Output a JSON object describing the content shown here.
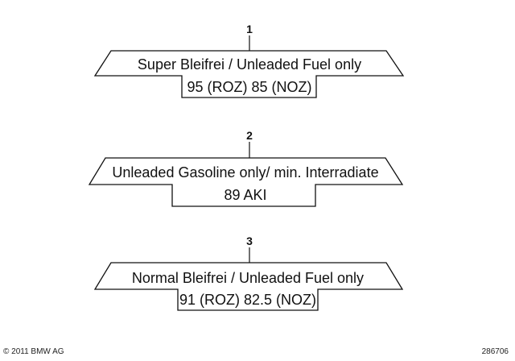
{
  "labels": [
    {
      "number": "1",
      "line1": "Super Bleifrei / Unleaded Fuel only",
      "line2": "95 (ROZ) 85 (NOZ)"
    },
    {
      "number": "2",
      "line1": "Unleaded Gasoline only/ min. Interradiate",
      "line2": "89 AKI"
    },
    {
      "number": "3",
      "line1": "Normal Bleifrei  /  Unleaded Fuel only",
      "line2": "91 (ROZ) 82.5 (NOZ)"
    }
  ],
  "footer": {
    "copyright": "© 2011 BMW AG",
    "drawing_id": "286706"
  }
}
